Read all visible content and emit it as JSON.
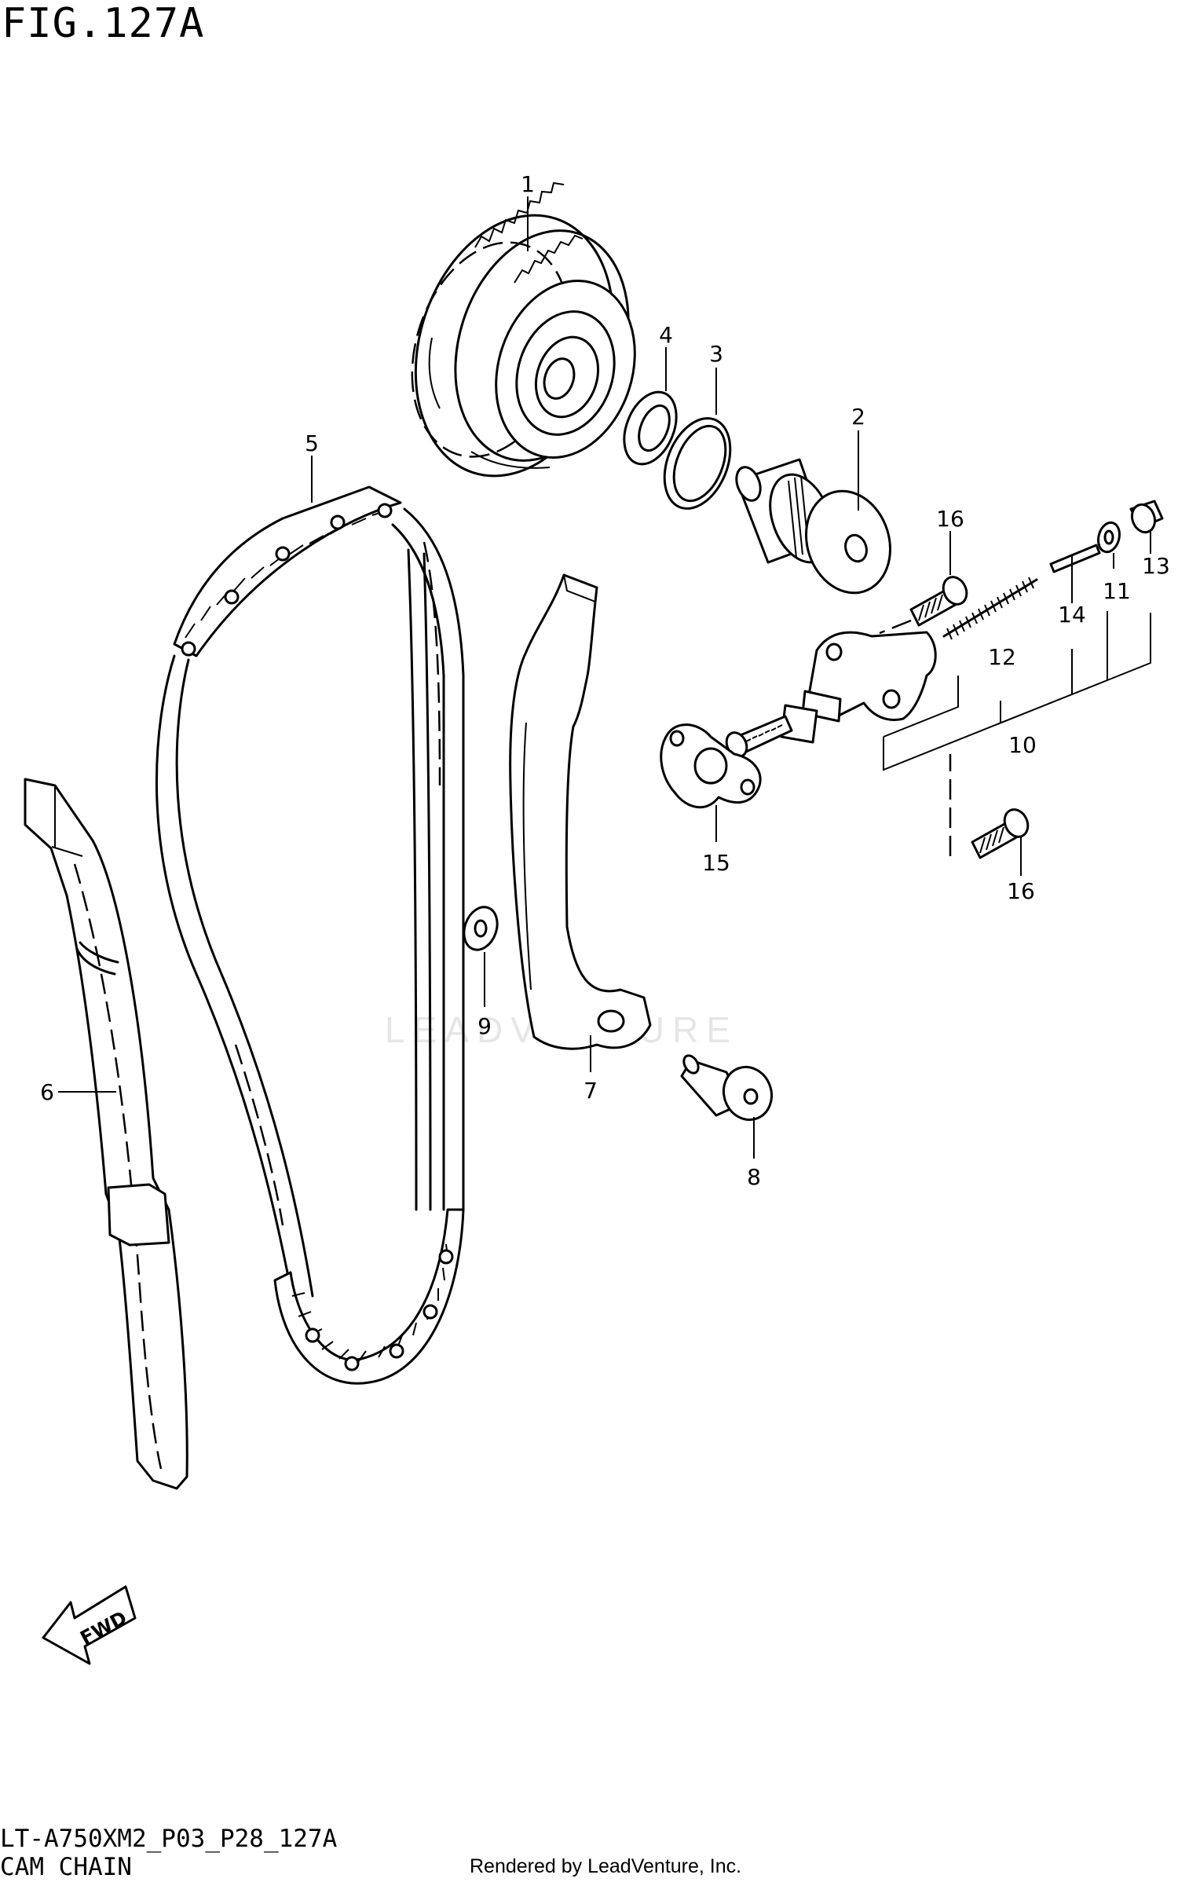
{
  "figure": {
    "title": "FIG.127A",
    "code": "LT-A750XM2_P03_P28_127A",
    "name": "CAM CHAIN",
    "rendered_by": "Rendered by LeadVenture, Inc.",
    "watermark": "LEADVENTURE",
    "fwd_label": "FWD"
  },
  "callouts": {
    "c1": "1",
    "c2": "2",
    "c3": "3",
    "c4": "4",
    "c5": "5",
    "c6": "6",
    "c7": "7",
    "c8": "8",
    "c9": "9",
    "c10": "10",
    "c11": "11",
    "c12": "12",
    "c13": "13",
    "c14": "14",
    "c15": "15",
    "c16a": "16",
    "c16b": "16"
  }
}
